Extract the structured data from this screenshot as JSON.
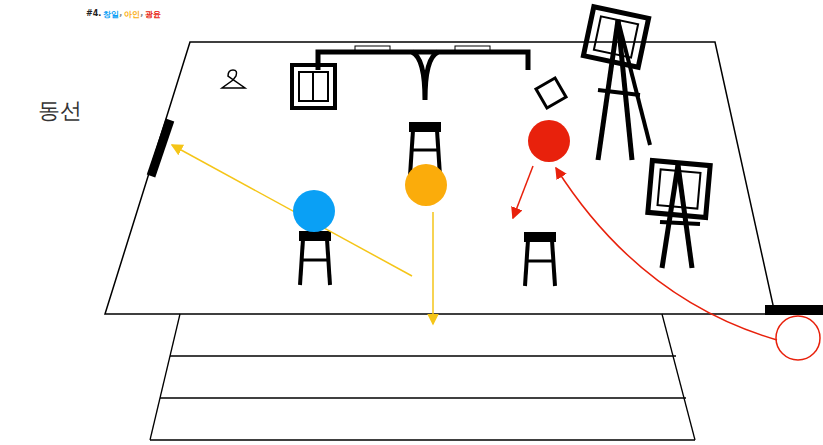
{
  "diagram": {
    "title": "동선",
    "labels": [
      "#4.",
      "창일",
      ",",
      "아인",
      ",",
      "광윤"
    ]
  }
}
